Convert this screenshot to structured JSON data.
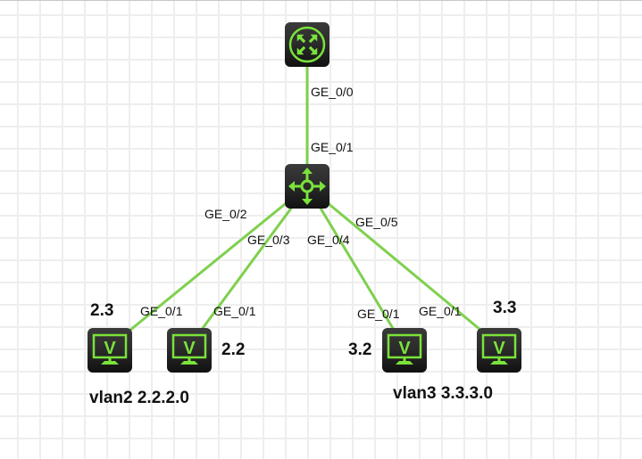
{
  "colors": {
    "link": "#7ed04e",
    "icon_green": "#7ae23a",
    "device_bg": "#262626"
  },
  "devices": {
    "router": {
      "name": "router",
      "icon": "router-icon"
    },
    "switch": {
      "name": "switch",
      "icon": "switch-icon"
    },
    "hosts": [
      {
        "label": "2.3",
        "icon": "pc-icon"
      },
      {
        "label": "2.2",
        "icon": "pc-icon"
      },
      {
        "label": "3.2",
        "icon": "pc-icon"
      },
      {
        "label": "3.3",
        "icon": "pc-icon"
      }
    ]
  },
  "links": [
    {
      "from": "router",
      "to": "switch",
      "from_port": "GE_0/0",
      "to_port": "GE_0/1"
    },
    {
      "from": "switch",
      "to": "host-2.3",
      "from_port": "GE_0/2",
      "to_port": "GE_0/1"
    },
    {
      "from": "switch",
      "to": "host-2.2",
      "from_port": "GE_0/3",
      "to_port": "GE_0/1"
    },
    {
      "from": "switch",
      "to": "host-3.2",
      "from_port": "GE_0/4",
      "to_port": "GE_0/1"
    },
    {
      "from": "switch",
      "to": "host-3.3",
      "from_port": "GE_0/5",
      "to_port": "GE_0/1"
    }
  ],
  "groups": [
    {
      "label": "vlan2 2.2.2.0"
    },
    {
      "label": "vlan3 3.3.3.0"
    }
  ]
}
